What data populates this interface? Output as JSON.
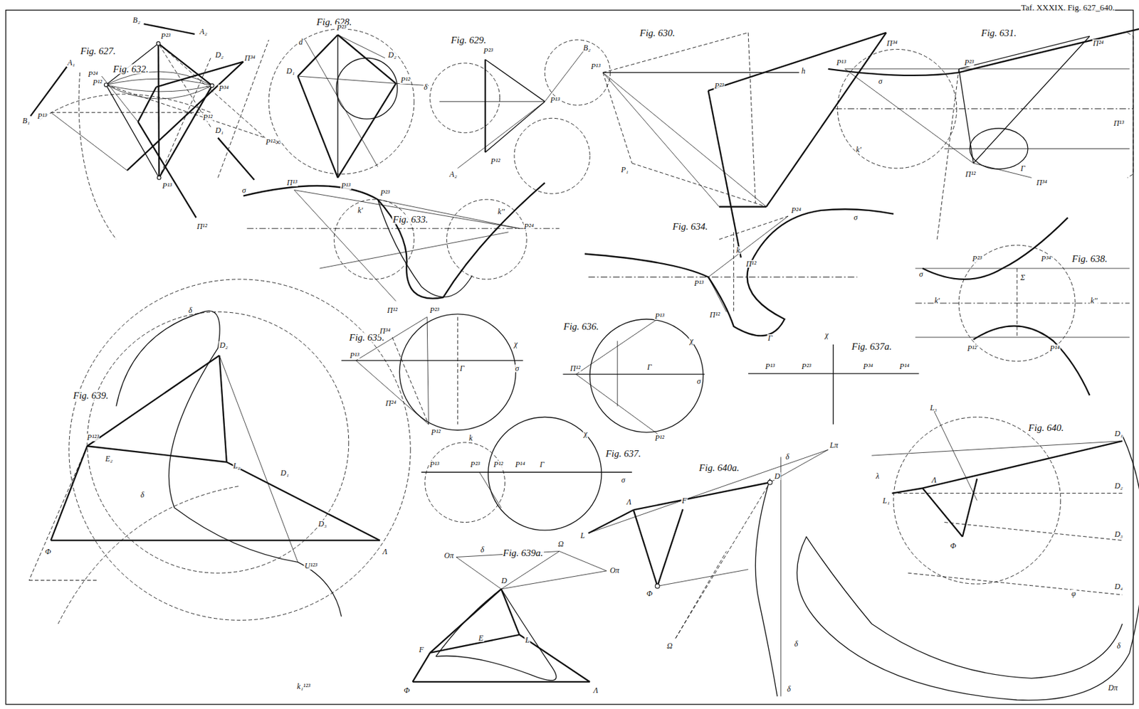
{
  "diagram": {
    "labels": [
      "Taf. XXXIX. Fig. 627_640.",
      "Fig. 627.",
      "Fig. 628.",
      "Fig. 629.",
      "Fig. 630.",
      "Fig. 631.",
      "Fig. 632.",
      "Fig. 633.",
      "Fig. 634.",
      "Fig. 635.",
      "Fig. 636.",
      "Fig. 637a.",
      "Fig. 637.",
      "Fig. 638.",
      "Fig. 639.",
      "Fig. 639a.",
      "Fig. 640a.",
      "Fig. 640.",
      "A₁",
      "B₁",
      "B₂",
      "A₂",
      "P²³",
      "P¹²",
      "P¹³",
      "P³⁴",
      "D₂",
      "D₁",
      "P¹²∞",
      "P²³",
      "D₁",
      "P¹³",
      "P¹²",
      "D₂",
      "δ",
      "d",
      "P²³",
      "P¹²",
      "P¹³",
      "B₂",
      "A₂",
      "P¹³",
      "P²³",
      "Π³⁴",
      "Π¹²",
      "h",
      "P₁",
      "P¹³",
      "P²³",
      "Π²⁴",
      "σ",
      "k'",
      "Π¹²",
      "Π³⁴",
      "Γ",
      "Π¹³",
      "P²⁴",
      "Π³⁴",
      "Π¹²",
      "P¹³",
      "P¹²",
      "Π¹³",
      "σ",
      "P²³",
      "P²⁴",
      "Π¹²",
      "k'",
      "k''",
      "P¹³",
      "P²⁴",
      "Π¹²",
      "Γ",
      "σ",
      "k",
      "P²³",
      "P¹²",
      "Π³⁴",
      "Π²⁴",
      "Γ",
      "χ",
      "σ",
      "P¹³",
      "P¹³",
      "P¹²",
      "Π¹²",
      "Γ",
      "χ",
      "σ",
      "χ",
      "P¹³",
      "P²³",
      "P³⁴",
      "P¹⁴",
      "P¹³",
      "P²³",
      "P¹²",
      "P¹⁴",
      "Γ",
      "k",
      "χ",
      "σ",
      "P²³",
      "P³⁴",
      "P¹²",
      "P¹⁴",
      "σ",
      "k'",
      "k''",
      "Σ",
      "P¹²³",
      "D₂",
      "L₂",
      "Φ",
      "Λ",
      "U¹²³",
      "δ",
      "δ",
      "D₁",
      "D₃",
      "k₁¹²³",
      "E₂",
      "Φ",
      "Λ",
      "F",
      "D",
      "L",
      "Ω",
      "Oπ",
      "Oπ",
      "δ",
      "E",
      "Λ",
      "F",
      "D",
      "Φ",
      "L",
      "Lπ",
      "Ω",
      "δ",
      "δ",
      "D₁",
      "D₂",
      "D₃",
      "D₄",
      "Dπ",
      "L₃",
      "L₁",
      "Λ",
      "Φ",
      "λ",
      "φ",
      "δ",
      "δ"
    ]
  }
}
